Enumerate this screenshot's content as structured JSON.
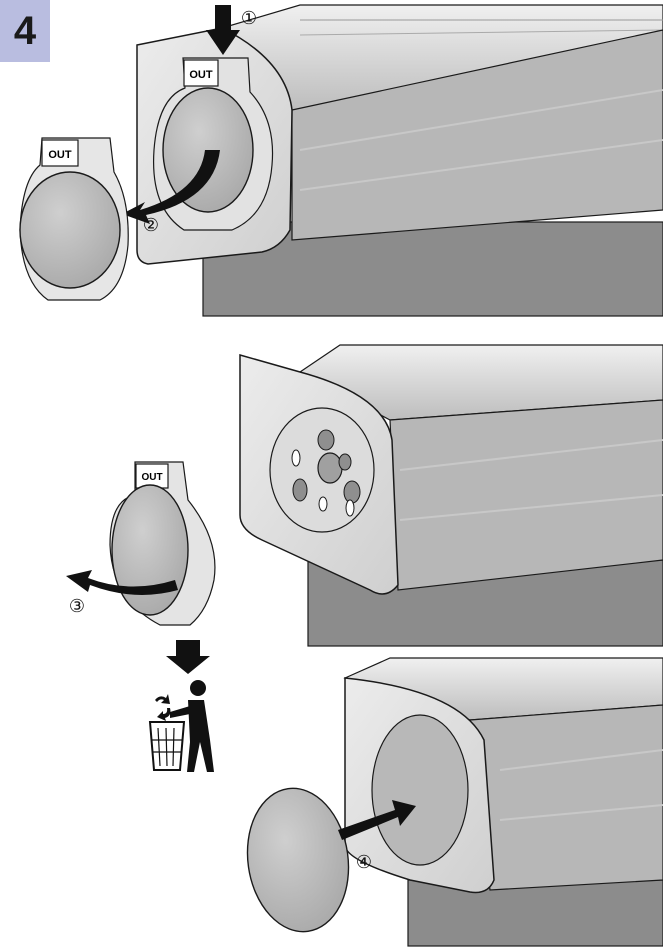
{
  "step": {
    "number": "4"
  },
  "labels": {
    "out_text": "OUT",
    "callout_1": "①",
    "callout_2": "②",
    "callout_3": "③",
    "callout_4": "④"
  },
  "colors": {
    "badge": "#b9bde0",
    "cover": "#bfbfbf",
    "fabric": "#8c8c8c",
    "housing": "#d6d6d6",
    "outline": "#1a1a1a",
    "arrow": "#111111"
  },
  "icons": {
    "dispose": "trash-bin-person-icon",
    "recycle": "recycle-icon"
  }
}
